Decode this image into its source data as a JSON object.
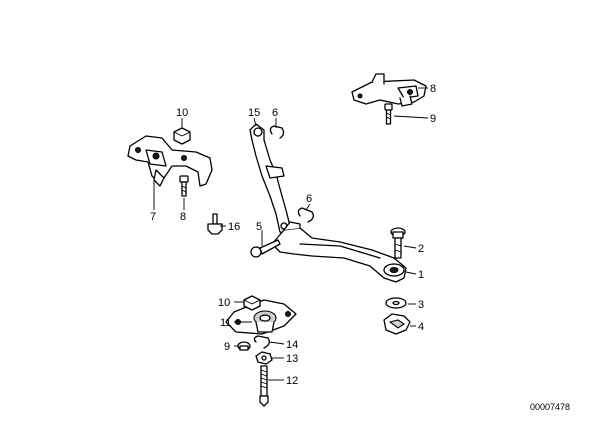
{
  "document_number": "00007478",
  "callouts": [
    {
      "id": "c1",
      "label": "1"
    },
    {
      "id": "c2",
      "label": "2"
    },
    {
      "id": "c3",
      "label": "3"
    },
    {
      "id": "c4",
      "label": "4"
    },
    {
      "id": "c5",
      "label": "5"
    },
    {
      "id": "c6a",
      "label": "6"
    },
    {
      "id": "c6b",
      "label": "6"
    },
    {
      "id": "c7",
      "label": "7"
    },
    {
      "id": "c8a",
      "label": "8"
    },
    {
      "id": "c8b",
      "label": "8"
    },
    {
      "id": "c9a",
      "label": "9"
    },
    {
      "id": "c9b",
      "label": "9"
    },
    {
      "id": "c10a",
      "label": "10"
    },
    {
      "id": "c10b",
      "label": "10"
    },
    {
      "id": "c11",
      "label": "11"
    },
    {
      "id": "c12",
      "label": "12"
    },
    {
      "id": "c13",
      "label": "13"
    },
    {
      "id": "c14",
      "label": "14"
    },
    {
      "id": "c15",
      "label": "15"
    },
    {
      "id": "c16",
      "label": "16"
    }
  ]
}
